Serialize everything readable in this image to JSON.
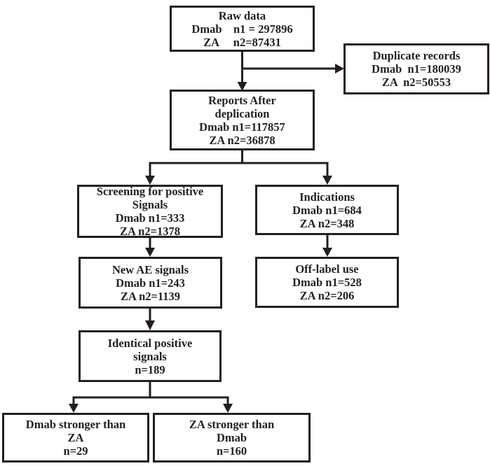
{
  "diagram": {
    "title": "Pharmacovigilance signal screening flow (Dmab vs ZA)",
    "colors": {
      "line": "#231f20",
      "text": "#231f20",
      "box_fill": "#ffffff",
      "background": "#ffffff"
    },
    "nodes": {
      "raw_data": {
        "lines": [
          "Raw data",
          "Dmab    n1 = 297896",
          "ZA     n2=87431"
        ]
      },
      "duplicate_records": {
        "lines": [
          "Duplicate records",
          "Dmab  n1=180039",
          "ZA  n2=50553"
        ]
      },
      "reports_after_deplication": {
        "lines": [
          "Reports After",
          "deplication",
          "Dmab n1=117857",
          "ZA n2=36878"
        ]
      },
      "screening_positive_signals": {
        "lines": [
          "Screening for positive",
          "Signals",
          "Dmab n1=333",
          "ZA n2=1378"
        ]
      },
      "indications": {
        "lines": [
          "Indications",
          "Dmab n1=684",
          "ZA n2=348"
        ]
      },
      "new_ae_signals": {
        "lines": [
          "New AE signals",
          "Dmab n1=243",
          "ZA n2=1139"
        ]
      },
      "off_label_use": {
        "lines": [
          "Off-label use",
          "Dmab n1=528",
          "ZA n2=206"
        ]
      },
      "identical_positive_signals": {
        "lines": [
          "Identical positive",
          "signals",
          "n=189"
        ]
      },
      "dmab_stronger": {
        "lines": [
          "Dmab stronger than",
          "ZA",
          "n=29"
        ]
      },
      "za_stronger": {
        "lines": [
          "ZA stronger than",
          "Dmab",
          "n=160"
        ]
      }
    }
  }
}
